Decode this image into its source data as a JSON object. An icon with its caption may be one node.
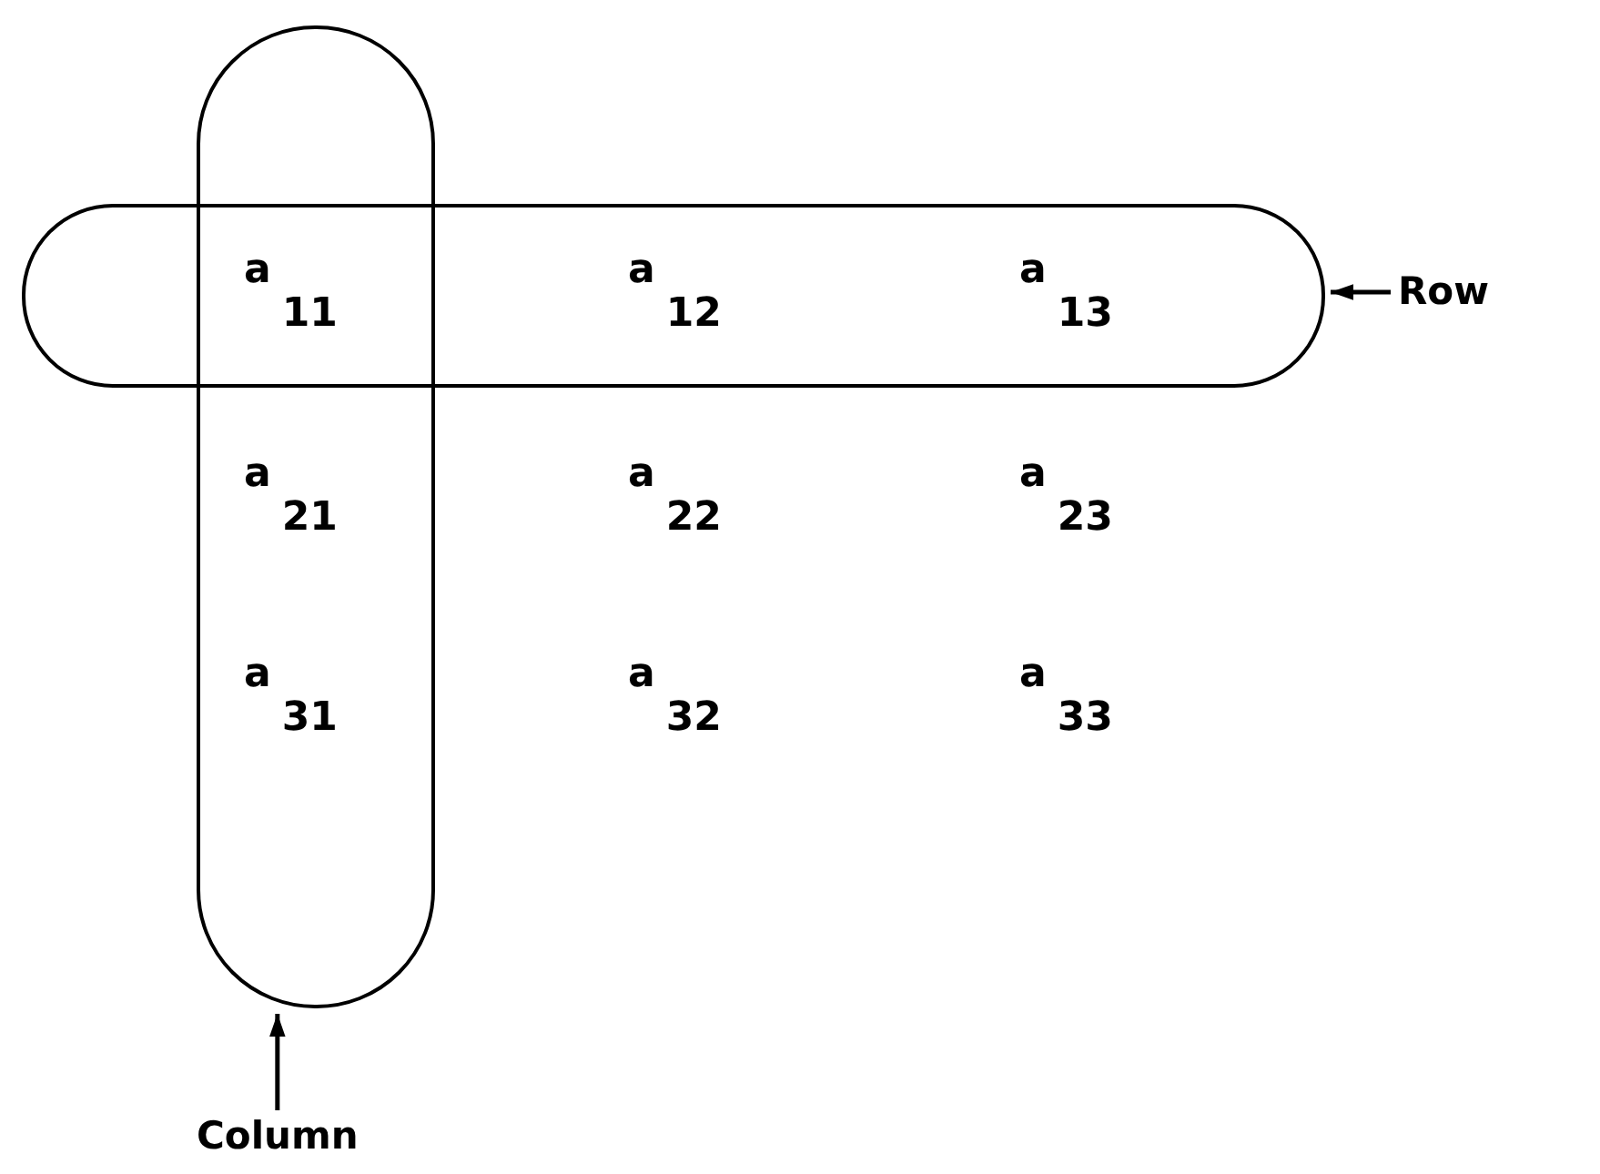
{
  "diagram": {
    "nodes": [
      {
        "text": [],
        "shape": "box"
      },
      {
        "text": [],
        "shape": "box"
      },
      {
        "text": [
          "Row"
        ]
      },
      {
        "text": [
          "Column"
        ]
      }
    ],
    "edges": [
      {
        "from": 2,
        "to": 0,
        "arrow": "to"
      },
      {
        "from": 3,
        "to": 1,
        "arrow": "to"
      }
    ],
    "labels": [
      "a$_{11}$",
      "a$_{12}$",
      "a$_{13}$",
      "a$_{21}$",
      "a$_{22}$",
      "a$_{23}$",
      "a$_{31}$",
      "a$_{32}$",
      "a$_{33}$"
    ]
  }
}
